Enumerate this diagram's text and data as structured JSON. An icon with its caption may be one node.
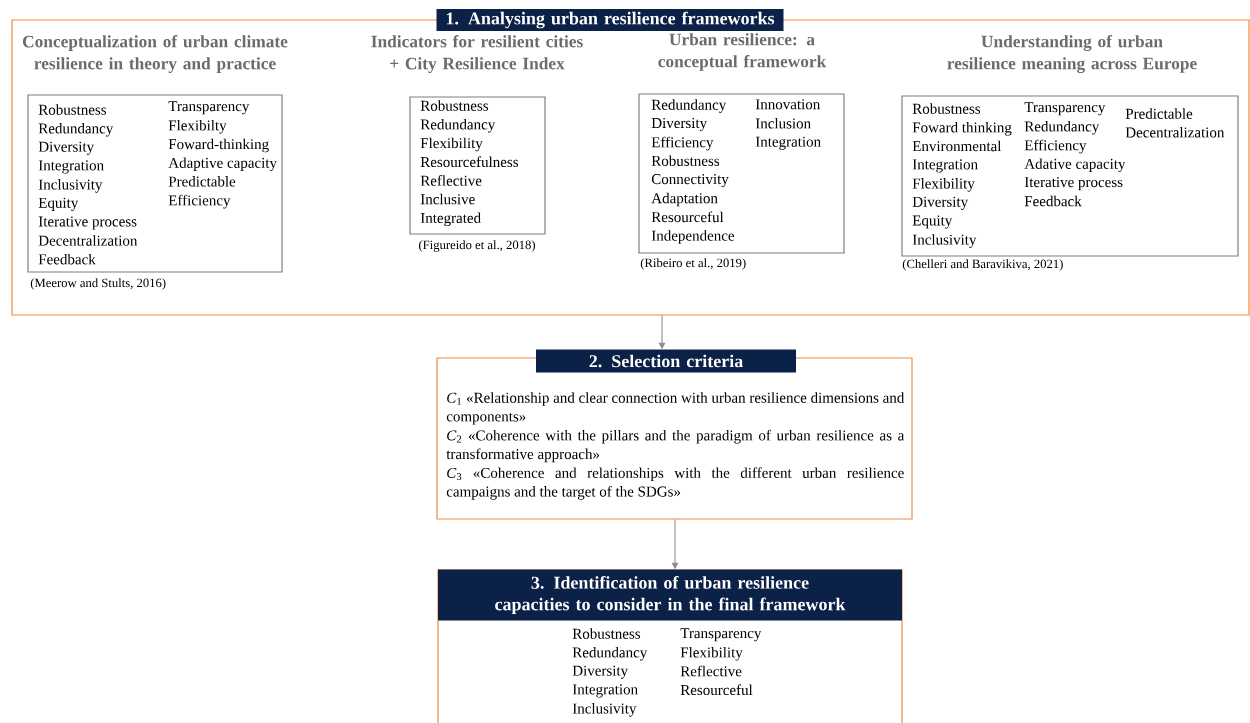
{
  "diagram": {
    "nodes": [
      {
        "text": [
          "1. Analysing urban resilience frameworks"
        ]
      },
      {
        "text": [
          "Conceptualization of urban climate resilience in theory and practice",
          "Robustness",
          "Redundancy",
          "Diversity",
          "Integration",
          "Inclusivity",
          "Equity",
          "Iterative process",
          "Decentralization",
          "Feedback",
          "Transparency",
          "Flexibilty",
          "Foward-thinking",
          "Adaptive capacity",
          "Predictable",
          "Efficiency"
        ],
        "beside": [
          "(Meerow and Stults, 2016)"
        ],
        "in": 0
      },
      {
        "text": [
          "Indicators for resilient cities + City Resilience Index",
          "Robustness",
          "Redundancy",
          "Flexibility",
          "Resourcefulness",
          "Reflective",
          "Inclusive",
          "Integrated"
        ],
        "beside": [
          "(Figureido et al., 2018)"
        ],
        "in": 0
      },
      {
        "text": [
          "Urban resilience: a conceptual framework",
          "Redundancy",
          "Diversity",
          "Efficiency",
          "Robustness",
          "Connectivity",
          "Adaptation",
          "Resourceful",
          "Independence",
          "Innovation",
          "Inclusion",
          "Integration"
        ],
        "beside": [
          "(Ribeiro et al., 2019)"
        ],
        "in": 0
      },
      {
        "text": [
          "Understanding of urban resilience meaning across Europe",
          "Robustness",
          "Foward thinking",
          "Environmental",
          "Integration",
          "Flexibility",
          "Diversity",
          "Equity",
          "Inclusivity",
          "Transparency",
          "Redundancy",
          "Efficiency",
          "Adative capacity",
          "Iterative process",
          "Feedback",
          "Predictable",
          "Decentralization"
        ],
        "beside": [
          "(Chelleri and Baravikiva, 2021)"
        ],
        "in": 0
      },
      {
        "text": [
          "2. Selection criteria",
          "*C*$_{1}$ «Relationship and clear connection with urban resilience dimensions and components»",
          "*C*$_{2}$ «Coherence with the pillars and the paradigm of urban resilience as a transformative approach»",
          "*C*$_{3}$ «Coherence and relationships with the different urban resilience campaigns and the target of the SDGs»"
        ]
      },
      {
        "text": [
          "3. Identification of urban resilience capacities to consider in the final framework",
          "Robustness",
          "Redundancy",
          "Diversity",
          "Integration",
          "Inclusivity",
          "Transparency",
          "Flexibility",
          "Reflective",
          "Resourceful"
        ]
      }
    ],
    "edges": [
      {
        "from": 0,
        "to": 5,
        "arrow": "to"
      },
      {
        "from": 5,
        "to": 6,
        "arrow": "to"
      }
    ]
  }
}
